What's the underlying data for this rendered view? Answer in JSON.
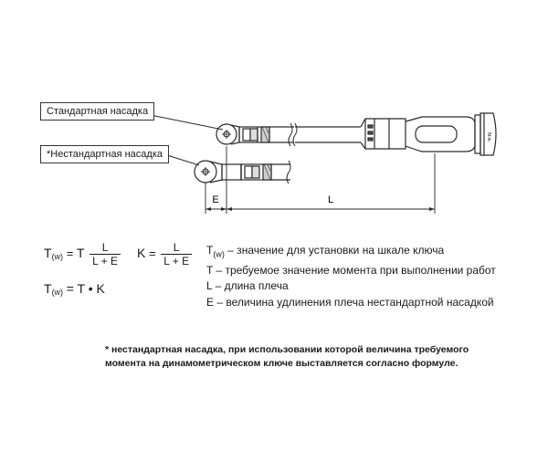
{
  "callouts": {
    "standard": "Стандартная насадка",
    "nonstandard": "*Нестандартная насадка"
  },
  "dimensions": {
    "e_label": "E",
    "l_label": "L"
  },
  "formulas": {
    "tw1_lhs": "T",
    "tw1_sub": "(w)",
    "tw1_eq": "=",
    "tw1_t": "T",
    "tw1_num": "L",
    "tw1_den": "L + E",
    "k_lhs": "K",
    "k_eq": "=",
    "k_num": "L",
    "k_den": "L + E",
    "tw2_lhs": "T",
    "tw2_sub": "(w)",
    "tw2_rhs": "= T • K"
  },
  "legend": {
    "line1_sym": "T",
    "line1_sub": "(w)",
    "line1_text": " – значение для установки на шкале ключа",
    "line2": "T – требуемое значение момента при выполнении работ",
    "line3": "L – длина плеча",
    "line4": "E – величина удлинения плеча нестандартной насадкой"
  },
  "footnote": {
    "line1": "* нестандартная насадка, при использовании которой величина требуемого",
    "line2": "момента на динамометрическом ключе выставляется согласно формуле."
  },
  "wrench": {
    "scale_marks": "≡",
    "end_marks": "N·m"
  }
}
